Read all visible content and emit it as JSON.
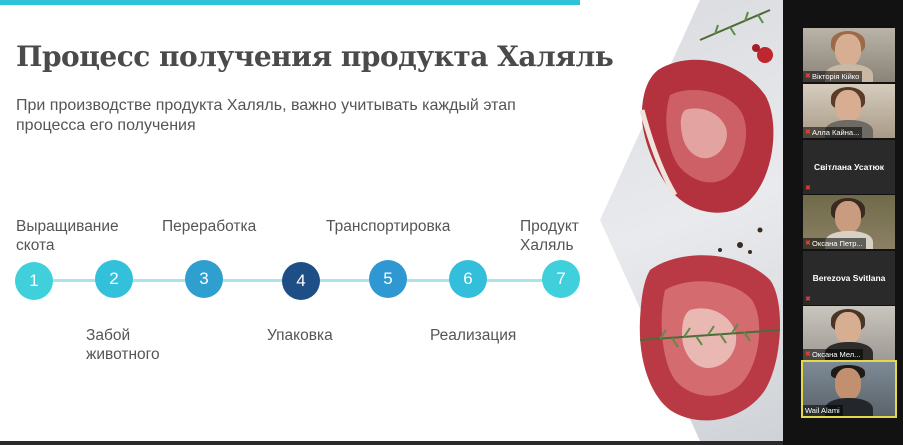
{
  "slide": {
    "title": "Процесс получения продукта Халяль",
    "subtitle": "При производстве продукта Халяль, важно учитывать каждый этап процесса его получения",
    "steps": [
      {
        "number": "1",
        "label": "Выращивание\nскота",
        "color": "#3fd0dc"
      },
      {
        "number": "2",
        "label": "Забой\nживотного",
        "color": "#33c0da"
      },
      {
        "number": "3",
        "label": "Переработка",
        "color": "#2f9fd0"
      },
      {
        "number": "4",
        "label": "Упаковка",
        "color": "#1d4f86"
      },
      {
        "number": "5",
        "label": "Транспортировка",
        "color": "#2f98d2"
      },
      {
        "number": "6",
        "label": "Реализация",
        "color": "#33bfdc"
      },
      {
        "number": "7",
        "label": "Продукт\nХаляль",
        "color": "#3fd0dc"
      }
    ]
  },
  "participants": [
    {
      "name": "Вікторія Кійко",
      "has_video": true,
      "muted": true
    },
    {
      "name": "Алла Кайна...",
      "has_video": true,
      "muted": true
    },
    {
      "name": "Світлана Усатюк",
      "has_video": false,
      "muted": true
    },
    {
      "name": "Оксана Петр...",
      "has_video": true,
      "muted": true
    },
    {
      "name": "Berezova Svitlana",
      "has_video": false,
      "muted": true
    },
    {
      "name": "Оксана Мел...",
      "has_video": true,
      "muted": true
    },
    {
      "name": "Wail Alami",
      "has_video": true,
      "muted": false,
      "active_speaker": true
    }
  ]
}
